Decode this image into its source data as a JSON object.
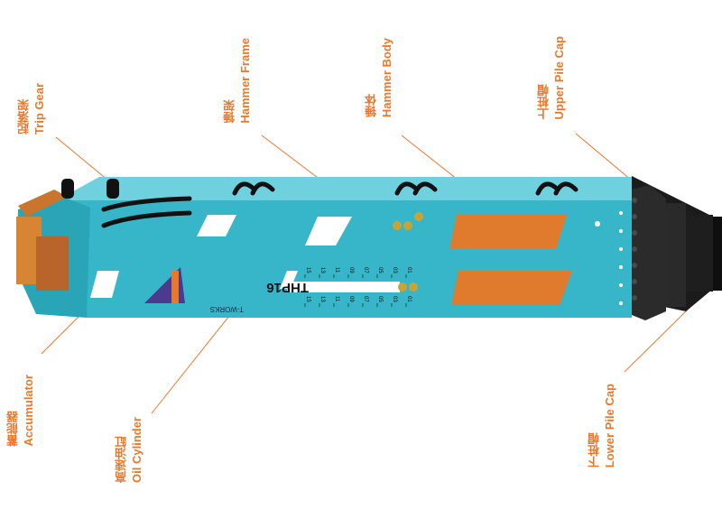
{
  "diagram": {
    "labels": {
      "trip_gear": {
        "zh": "起落架",
        "en": "Trip Gear"
      },
      "hammer_frame": {
        "zh": "锤架",
        "en": "Hammer Frame"
      },
      "hammer_body": {
        "zh": "锤体",
        "en": "Hammer Body"
      },
      "upper_pile_cap": {
        "zh": "上桩帽",
        "en": "Upper Pile Cap"
      },
      "accumulator": {
        "zh": "蓄能器",
        "en": "Accumulator"
      },
      "oil_cylinder": {
        "zh": "高速油缸",
        "en": "Oil Cylinder"
      },
      "lower_pile_cap": {
        "zh": "下桩帽",
        "en": "Lower Pile Cap"
      }
    },
    "model_text": "THP16",
    "scale_top": [
      "15",
      "13",
      "11",
      "09",
      "07",
      "05",
      "03",
      "01"
    ],
    "scale_bottom": [
      "15",
      "13",
      "11",
      "09",
      "07",
      "05",
      "03",
      "01"
    ],
    "logo_text": "T-WORKS"
  },
  "colors": {
    "body": "#37b6c9",
    "body_dark": "#1f8fa3",
    "accent": "#e8782b",
    "plate": "#e07a2c",
    "cap": "#1b1b1b",
    "hose": "#111111",
    "logo_purple": "#4b3a8e"
  }
}
